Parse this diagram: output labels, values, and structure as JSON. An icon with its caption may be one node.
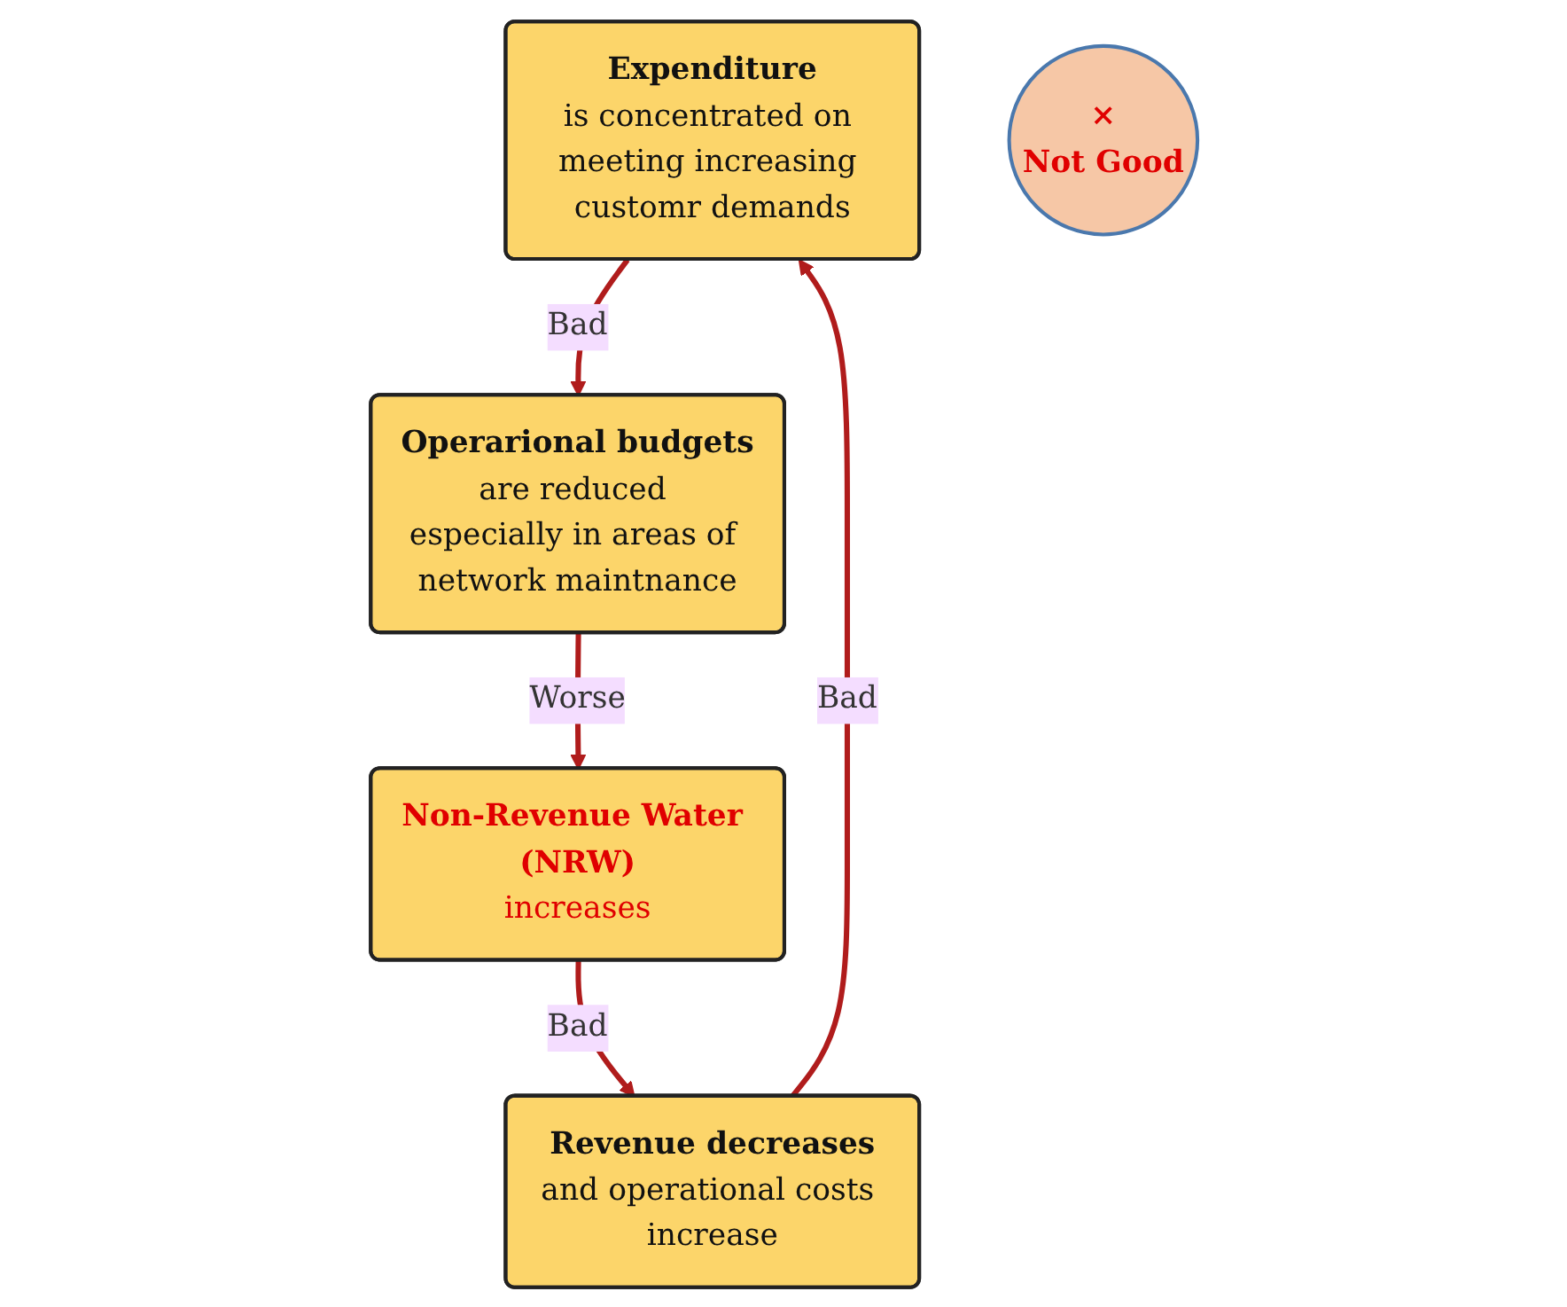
{
  "diagram": {
    "nodes": [
      {
        "text": [
          "Expenditure",
          "is concentrated on meeting increasing customr demands"
        ]
      },
      {
        "text": [
          "Operarional budgets",
          "are reduced especially in areas of network maintnance"
        ]
      },
      {
        "text": [
          "Non-Revenue Water (NRW)",
          "increases"
        ]
      },
      {
        "text": [
          "Revenue decreases",
          "and operational costs increase"
        ]
      },
      {
        "text": [
          "×",
          "Not Good"
        ]
      }
    ],
    "edges": [
      {
        "from": 0,
        "to": 1,
        "arrow": "to",
        "label": "Bad"
      },
      {
        "from": 1,
        "to": 2,
        "arrow": "to",
        "label": "Worse"
      },
      {
        "from": 2,
        "to": 3,
        "arrow": "to",
        "label": "Bad"
      },
      {
        "from": 3,
        "to": 0,
        "arrow": "to",
        "label": "Bad"
      }
    ]
  }
}
